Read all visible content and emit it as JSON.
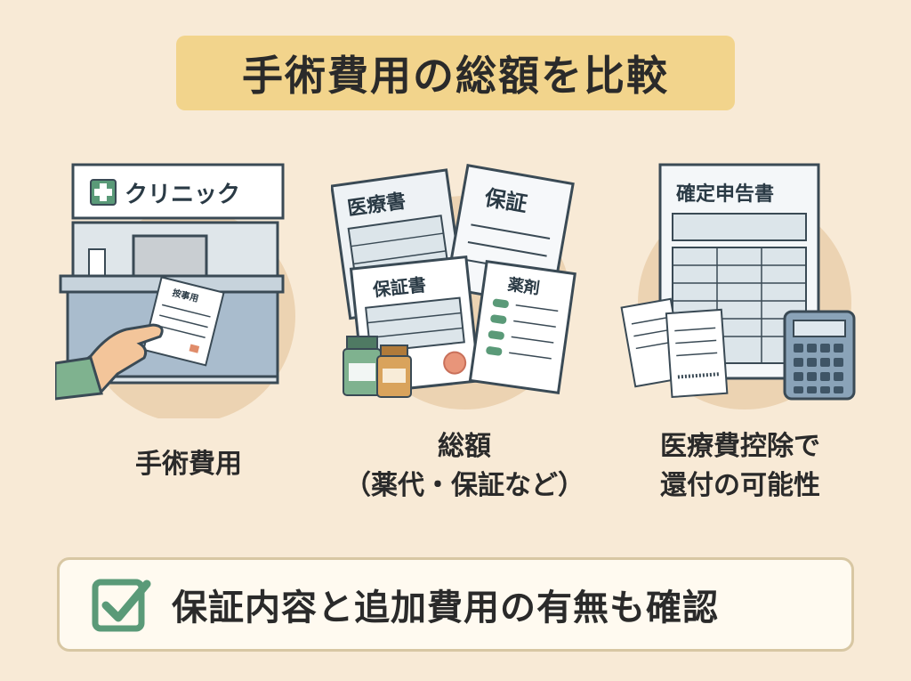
{
  "title": "手術費用の総額を比較",
  "panels": [
    {
      "caption_lines": [
        "手術費用"
      ],
      "sign": "クリニック",
      "receipt_label": "按事用"
    },
    {
      "caption_lines": [
        "総額",
        "（薬代・保証など）"
      ],
      "doc_labels": [
        "医療書",
        "保証",
        "保証書",
        "薬剤"
      ]
    },
    {
      "caption_lines": [
        "医療費控除で",
        "還付の可能性"
      ],
      "doc_label": "確定申告書"
    }
  ],
  "bottom_note": "保証内容と追加費用の有無も確認",
  "colors": {
    "background": "#f8ead6",
    "banner": "#f2d48c",
    "accent_green": "#5a9a78",
    "outline": "#3a4a55"
  }
}
